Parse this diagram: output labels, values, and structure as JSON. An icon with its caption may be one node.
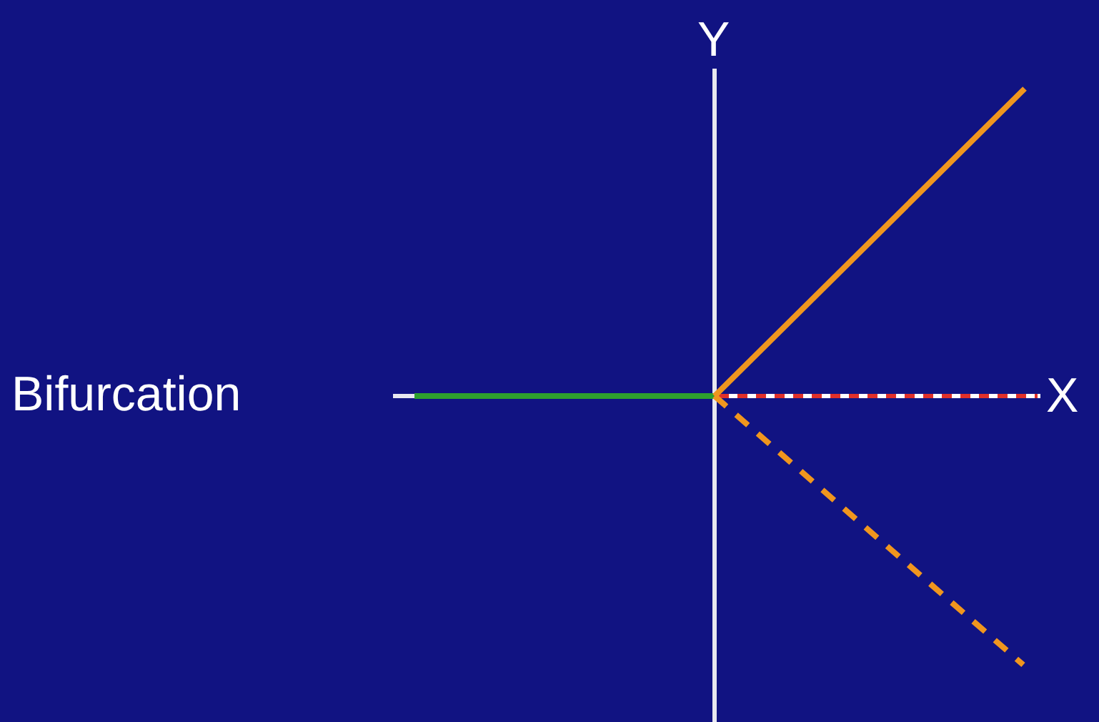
{
  "diagram": {
    "labels": [
      "Y",
      "Bifurcation",
      "X"
    ]
  }
}
